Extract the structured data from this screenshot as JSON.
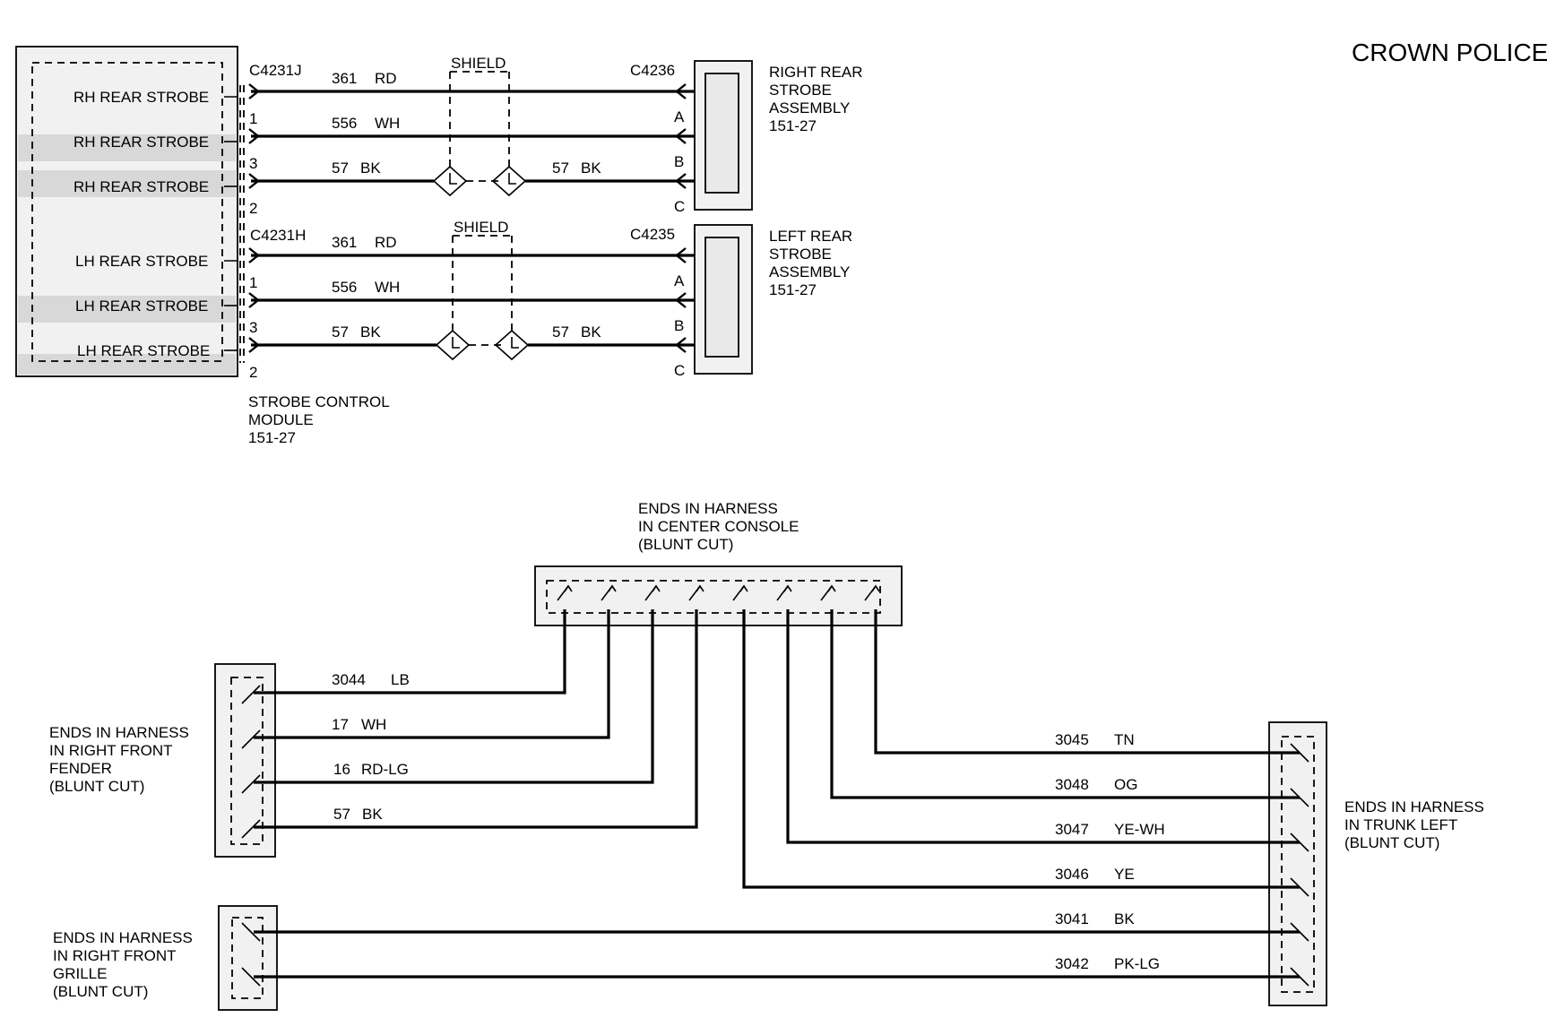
{
  "title": "CROWN POLICE",
  "shield_label": "SHIELD",
  "strobe_module": {
    "name_line1": "STROBE   CONTROL",
    "name_line2": "MODULE",
    "name_line3": "151-27",
    "rh_connector": "C4231J",
    "lh_connector": "C4231H",
    "rh_pins": [
      "RH REAR STROBE",
      "RH REAR STROBE",
      "RH REAR STROBE"
    ],
    "lh_pins": [
      "LH REAR STROBE",
      "LH REAR STROBE",
      "LH REAR STROBE"
    ],
    "pin_numbers": [
      "1",
      "3",
      "2"
    ]
  },
  "right_rear_assembly": {
    "connector": "C4236",
    "label": [
      "RIGHT REAR",
      "STROBE",
      "ASSEMBLY",
      "151-27"
    ],
    "pins": [
      "A",
      "B",
      "C"
    ]
  },
  "left_rear_assembly": {
    "connector": "C4235",
    "label": [
      "LEFT REAR",
      "STROBE",
      "ASSEMBLY",
      "151-27"
    ],
    "pins": [
      "A",
      "B",
      "C"
    ]
  },
  "rh_wires": [
    {
      "circuit": "361",
      "color": "RD"
    },
    {
      "circuit": "556",
      "color": "WH"
    },
    {
      "circuit": "57",
      "color": "BK"
    },
    {
      "circuit": "57",
      "color": "BK"
    }
  ],
  "lh_wires": [
    {
      "circuit": "361",
      "color": "RD"
    },
    {
      "circuit": "556",
      "color": "WH"
    },
    {
      "circuit": "57",
      "color": "BK"
    },
    {
      "circuit": "57",
      "color": "BK"
    }
  ],
  "center_console": {
    "label": [
      "ENDS IN HARNESS",
      "IN CENTER CONSOLE",
      "(BLUNT CUT)"
    ]
  },
  "right_front_fender": {
    "label": [
      "ENDS IN HARNESS",
      "IN RIGHT FRONT",
      "FENDER",
      "(BLUNT CUT)"
    ]
  },
  "right_front_grille": {
    "label": [
      "ENDS IN HARNESS",
      "IN RIGHT FRONT",
      "GRILLE",
      "(BLUNT CUT)"
    ]
  },
  "trunk_left": {
    "label": [
      "ENDS IN HARNESS",
      "IN TRUNK LEFT",
      "(BLUNT CUT)"
    ]
  },
  "fender_wires": [
    {
      "circuit": "3044",
      "color": "LB"
    },
    {
      "circuit": "17",
      "color": "WH"
    },
    {
      "circuit": "16",
      "color": "RD-LG"
    },
    {
      "circuit": "57",
      "color": "BK"
    }
  ],
  "trunk_wires": [
    {
      "circuit": "3045",
      "color": "TN"
    },
    {
      "circuit": "3048",
      "color": "OG"
    },
    {
      "circuit": "3047",
      "color": "YE-WH"
    },
    {
      "circuit": "3046",
      "color": "YE"
    },
    {
      "circuit": "3041",
      "color": "BK"
    },
    {
      "circuit": "3042",
      "color": "PK-LG"
    }
  ]
}
